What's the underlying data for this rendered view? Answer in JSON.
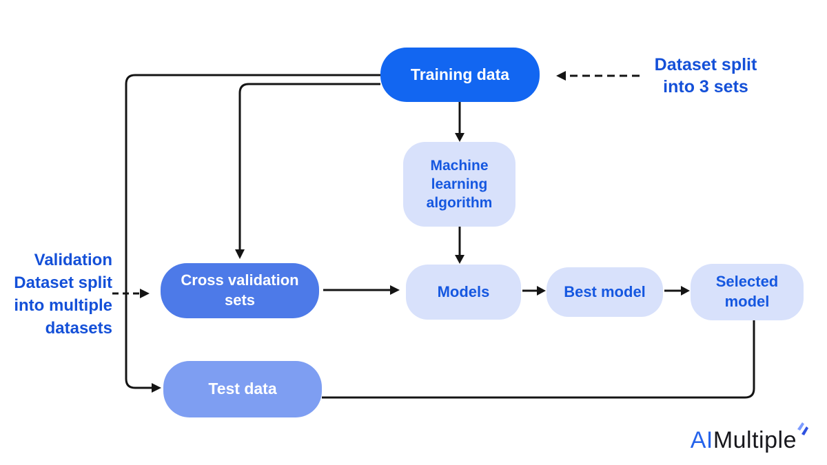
{
  "nodes": {
    "training_data": {
      "label": "Training data",
      "bg": "#1266F1",
      "text_color": "#FFFFFF"
    },
    "ml_algorithm": {
      "label": "Machine learning algorithm",
      "bg": "#D8E1FB",
      "text_color": "#1557E0"
    },
    "models": {
      "label": "Models",
      "bg": "#D8E1FB",
      "text_color": "#1557E0"
    },
    "best_model": {
      "label": "Best model",
      "bg": "#D8E1FB",
      "text_color": "#1557E0"
    },
    "selected_model": {
      "label": "Selected model",
      "bg": "#D8E1FB",
      "text_color": "#1557E0"
    },
    "cross_validation": {
      "label": "Cross validation sets",
      "bg": "#4D7AE8",
      "text_color": "#FFFFFF"
    },
    "test_data": {
      "label": "Test data",
      "bg": "#7E9EF2",
      "text_color": "#FFFFFF"
    }
  },
  "annotations": {
    "dataset_split_note": {
      "lines": [
        "Dataset split",
        "into 3 sets"
      ],
      "color": "#1450D8"
    },
    "validation_note": {
      "lines": [
        "Validation",
        "Dataset split",
        "into multiple",
        "datasets"
      ],
      "color": "#1450D8"
    }
  },
  "logo": {
    "prefix": "AI",
    "suffix": "Multiple",
    "prefix_color": "#2563EB",
    "suffix_color": "#17171C"
  },
  "connector_color": "#141414"
}
